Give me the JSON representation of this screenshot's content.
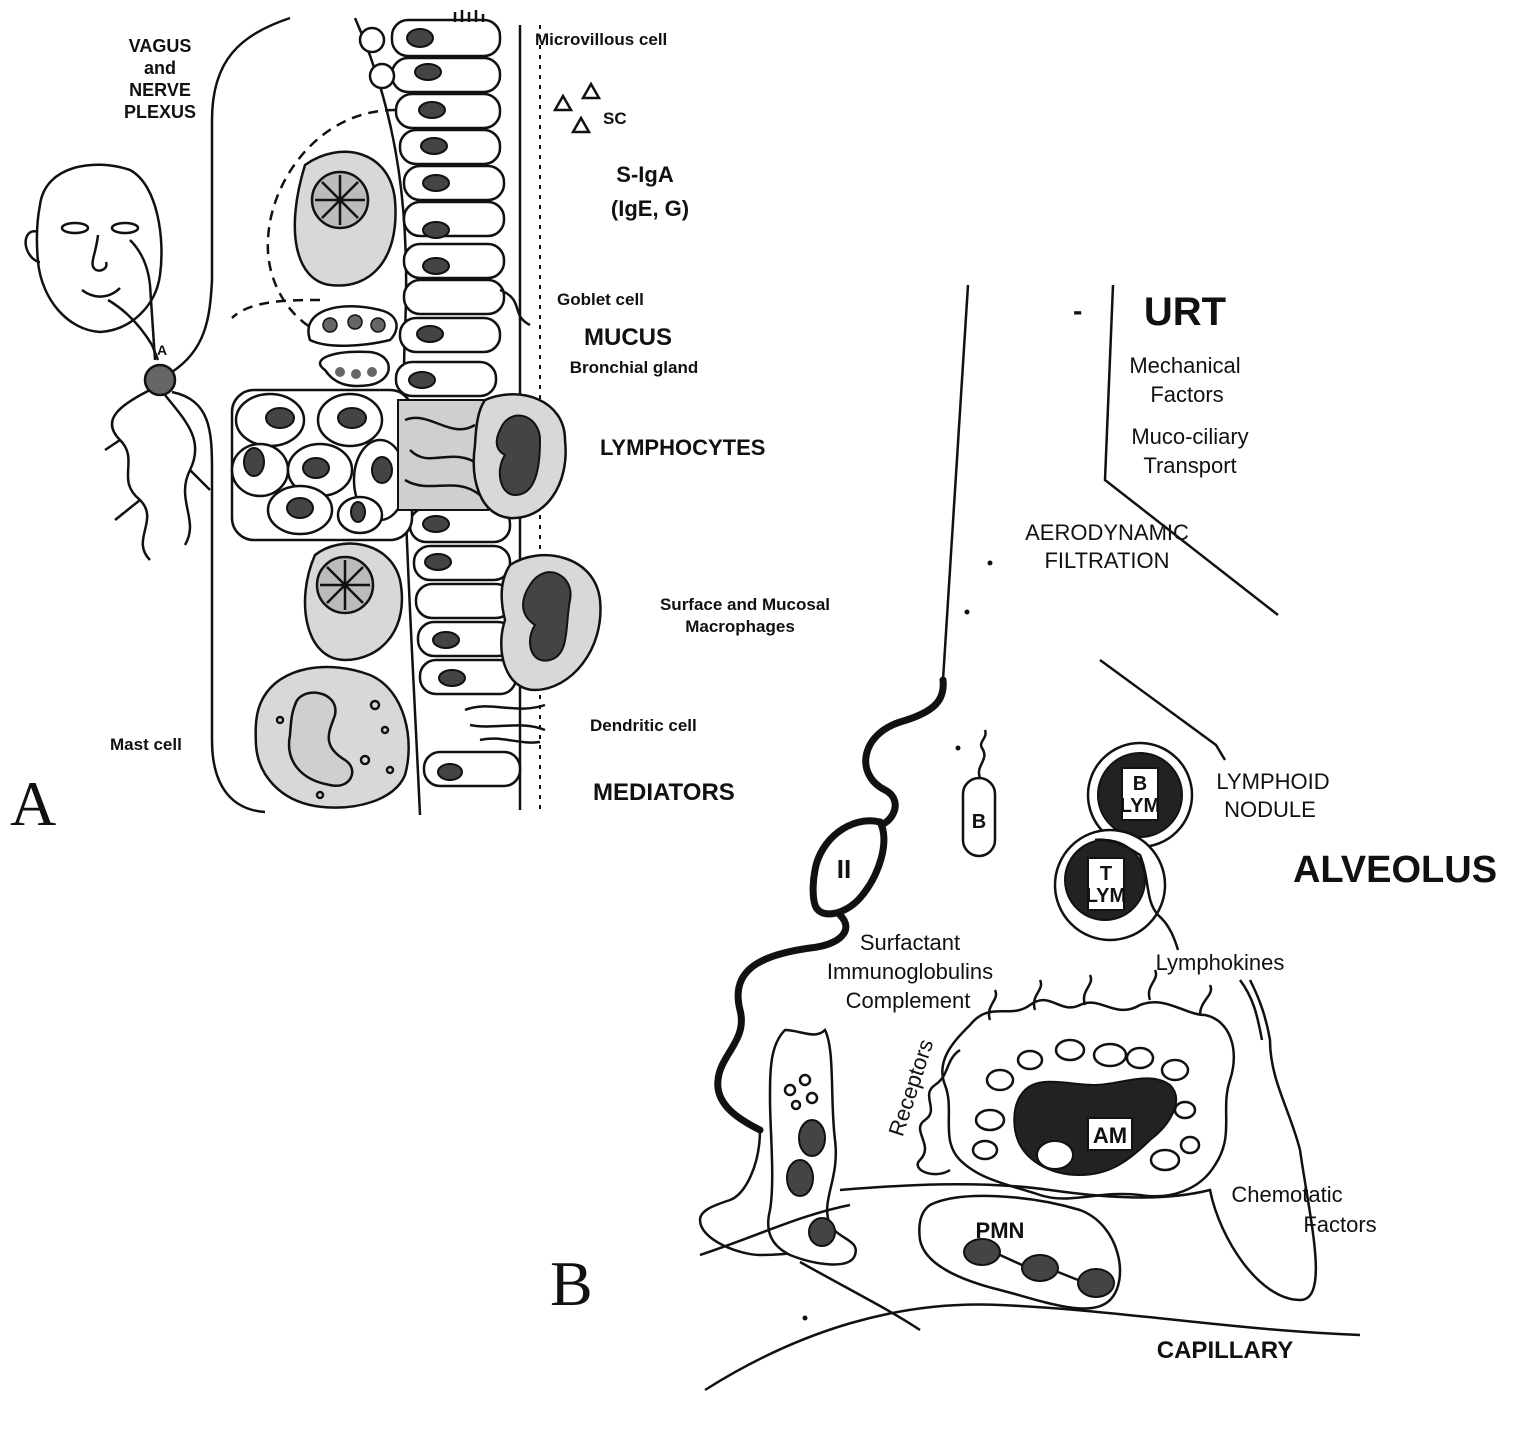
{
  "panel_a": {
    "letter": "A",
    "nerve_label_1": "VAGUS",
    "nerve_label_2": "and",
    "nerve_label_3": "NERVE",
    "nerve_label_4": "PLEXUS",
    "ganglion_marker": "A",
    "microvillous_cell": "Microvillous cell",
    "sc": "SC",
    "s_iga": "S-IgA",
    "ig_others": "(IgE, G)",
    "goblet_cell": "Goblet cell",
    "mucus": "MUCUS",
    "bronchial_gland": "Bronchial gland",
    "lymphocytes": "LYMPHOCYTES",
    "macrophages_1": "Surface and Mucosal",
    "macrophages_2": "Macrophages",
    "mast_cell": "Mast cell",
    "dendritic_cell": "Dendritic cell",
    "mediators": "MEDIATORS"
  },
  "panel_b": {
    "letter": "B",
    "urt": "URT",
    "mechanical_1": "Mechanical",
    "mechanical_2": "Factors",
    "muco_1": "Muco-ciliary",
    "muco_2": "Transport",
    "aero_1": "AERODYNAMIC",
    "aero_2": "FILTRATION",
    "lymphoid_1": "LYMPHOID",
    "lymphoid_2": "NODULE",
    "alveolus": "ALVEOLUS",
    "b_cell": "B",
    "b_lym_1": "B",
    "b_lym_2": "LYM",
    "t_lym_1": "T",
    "t_lym_2": "LYM",
    "type_ii": "II",
    "surfactant": "Surfactant",
    "immunoglobulins": "Immunoglobulins",
    "complement": "Complement",
    "lymphokines": "Lymphokines",
    "receptors": "Receptors",
    "am": "AM",
    "chemotatic_1": "Chemotatic",
    "chemotatic_2": "Factors",
    "pmn": "PMN",
    "capillary": "CAPILLARY"
  }
}
